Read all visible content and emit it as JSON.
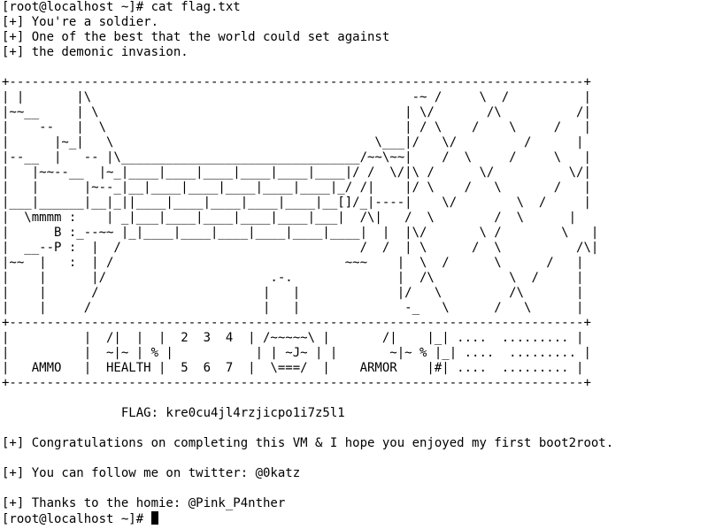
{
  "terminal": {
    "lines": [
      "[root@localhost ~]# cat flag.txt",
      "[+] You're a soldier.",
      "[+] One of the best that the world could set against",
      "[+] the demonic invasion.",
      "",
      "+-----------------------------------------------------------------------------+",
      "| |       |\\                                           -~ /     \\  /          |",
      "|~~__     | \\                                         | \\/       /\\          /|",
      "|    --   |  \\                                        | / \\    /    \\     /   |",
      "|      |~_|   \\                                   \\___|/   \\/         /      |",
      "|--__  |   -- |\\________________________________/~~\\~~|    /  \\     /     \\   |",
      "|   |~~--__  |~_|____|____|____|____|____|____|/ /  \\/|\\ /      \\/          \\/|",
      "|   |      |~--_|__|____|____|____|____|____|_/ /|    |/ \\    /   \\       /   |",
      "|___|______|__|_||____|____|____|____|____|__[]/_|----|    \\/        \\  /     |",
      "|  \\mmmm :    | _|___|____|____|____|____|___|  /\\|   /  \\        /  \\      |",
      "|      B :_--~~ |_|____|____|____|____|____|____|  |  |\\/       \\ /        \\   |",
      "|  __--P :  |  /                                /  /  | \\      /  \\          /\\|",
      "|~~  |   :  | /                               ~~~    |  \\  /      \\      /   |",
      "|    |      |/                      .-.              |  /\\          \\  /     |",
      "|    |      /                      |   |             |/   \\         /\\       |",
      "|    |     /                       |   |              -_   \\      /   \\      |",
      "+-----------------------------------------------------------------------------+",
      "|          |  /|  |  |  2  3  4  | /~~~~~\\ |       /|    |_| ....  ......... |",
      "|          |  ~|~ | % |           | | ~J~ | |       ~|~ % |_| ....  ......... |",
      "|   AMMO   |  HEALTH |  5  6  7  |  \\===/  |    ARMOR    |#| ....  ......... |",
      "+-----------------------------------------------------------------------------+",
      "",
      "                FLAG: kre0cu4jl4rzjicpo1i7z5l1",
      "",
      "[+] Congratulations on completing this VM & I hope you enjoyed my first boot2root.",
      "",
      "[+] You can follow me on twitter: @0katz",
      "",
      "[+] Thanks to the homie: @Pink_P4nther"
    ],
    "prompt": "[root@localhost ~]# "
  }
}
